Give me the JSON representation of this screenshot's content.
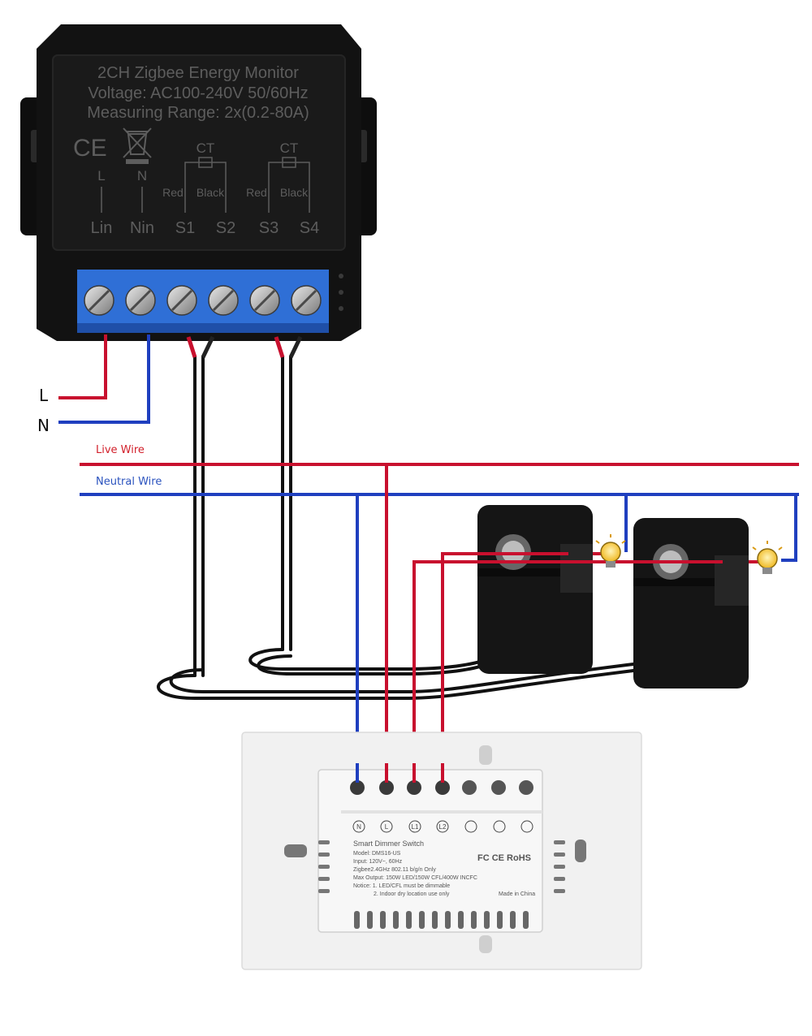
{
  "monitor": {
    "title": "2CH Zigbee Energy Monitor",
    "voltage": "Voltage: AC100-240V 50/60Hz",
    "range": "Measuring Range: 2x(0.2-80A)",
    "ce_mark": "CE",
    "ct_label": "CT",
    "small_terminal_labels": [
      "L",
      "N"
    ],
    "red_label": "Red",
    "black_label": "Black",
    "terminals": [
      "Lin",
      "Nin",
      "S1",
      "S2",
      "S3",
      "S4"
    ]
  },
  "supply": {
    "L": "L",
    "N": "N"
  },
  "bus": {
    "live_label": "Live Wire",
    "neutral_label": "Neutral Wire"
  },
  "switch": {
    "terminals": [
      "N",
      "L",
      "L1",
      "L2"
    ],
    "title": "Smart Dimmer Switch",
    "model": "Model: DMS16-US",
    "input": "Input: 120V~, 60Hz",
    "zigbee": "Zigbee2.4GHz 802.11 b/g/n Only",
    "max_output": "Max Output: 150W LED/150W CFL/400W INCFC",
    "notice1": "Notice: 1. LED/CFL must be dimmable",
    "notice2": "2. Indoor dry location use only",
    "made": "Made in China",
    "cert": "FC CE RoHS"
  },
  "colors": {
    "live": "#c8102e",
    "neutral": "#1f3fbf",
    "label_live": "#d21f2a",
    "label_neutral": "#2a52be",
    "terminal_block": "#2f6fd6",
    "device": "#141414",
    "plate": "#f1f1f1",
    "bulb": "#f6c233"
  },
  "icons": [
    "ce-mark-icon",
    "weee-bin-icon",
    "ct-coil-icon",
    "light-bulb-icon",
    "fcc-icon"
  ]
}
